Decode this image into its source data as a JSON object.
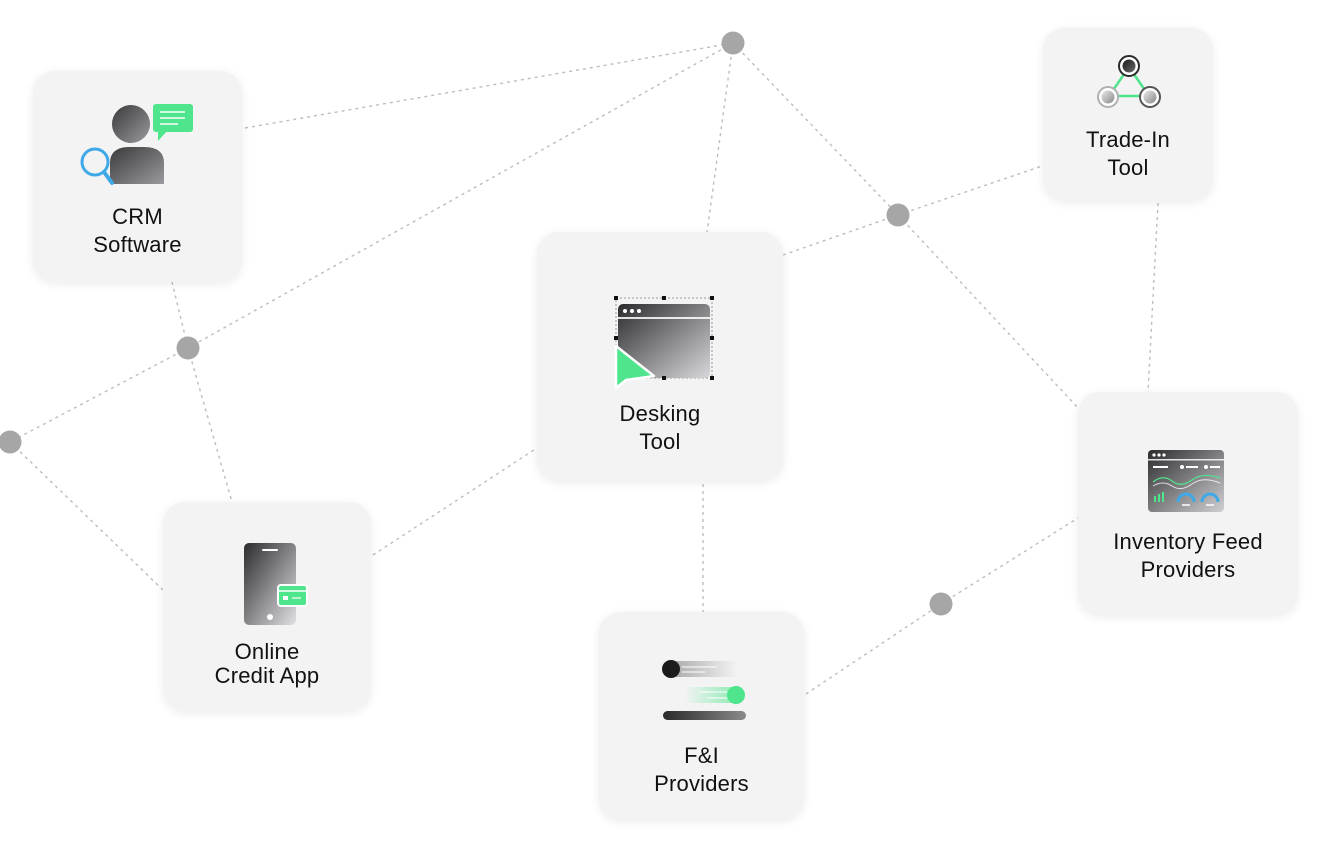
{
  "nodes": {
    "crm": {
      "line1": "CRM",
      "line2": "Software"
    },
    "desking": {
      "line1": "Desking",
      "line2": "Tool"
    },
    "trade_in": {
      "line1": "Trade-In",
      "line2": "Tool"
    },
    "inventory": {
      "line1": "Inventory Feed",
      "line2": "Providers"
    },
    "credit": {
      "line1": "Online",
      "line2": "Credit App"
    },
    "fi": {
      "line1": "F&I",
      "line2": "Providers"
    }
  },
  "colors": {
    "accent": "#4ee58c",
    "connector_dot": "#a6a6a6",
    "connector_line": "#bdbdbd",
    "card_bg": "#f3f3f3",
    "search_blue": "#3fa9e8"
  }
}
